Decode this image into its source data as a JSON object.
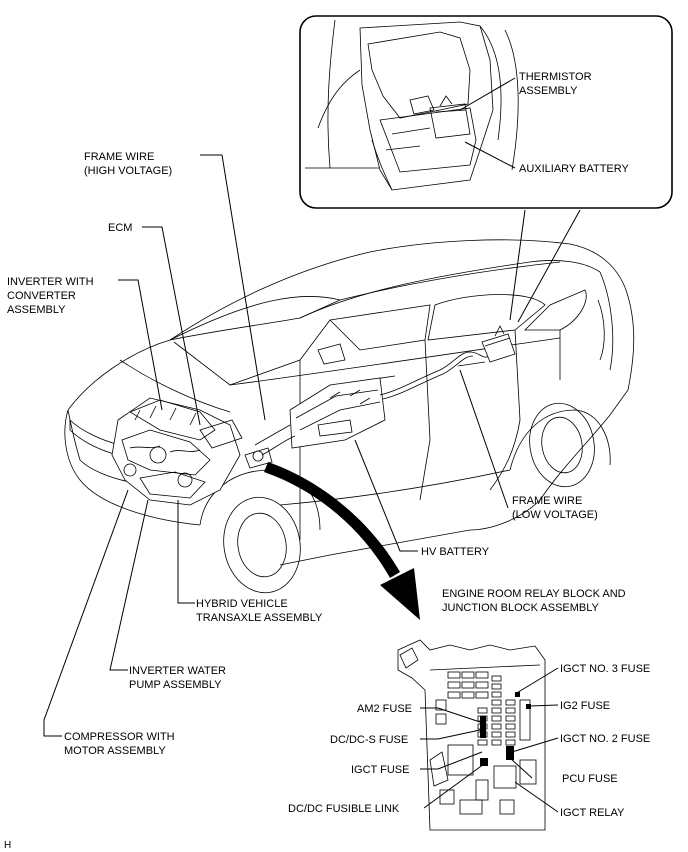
{
  "labels": {
    "thermistor_assembly": [
      "THERMISTOR",
      "ASSEMBLY"
    ],
    "auxiliary_battery": "AUXILIARY BATTERY",
    "frame_wire_high": [
      "FRAME WIRE",
      "(HIGH VOLTAGE)"
    ],
    "ecm": "ECM",
    "inverter_converter": [
      "INVERTER WITH",
      "CONVERTER",
      "ASSEMBLY"
    ],
    "frame_wire_low": [
      "FRAME WIRE",
      "(LOW VOLTAGE)"
    ],
    "hv_battery": "HV BATTERY",
    "hybrid_transaxle": [
      "HYBRID VEHICLE",
      "TRANSAXLE ASSEMBLY"
    ],
    "inverter_water_pump": [
      "INVERTER WATER",
      "PUMP ASSEMBLY"
    ],
    "compressor_motor": [
      "COMPRESSOR WITH",
      "MOTOR ASSEMBLY"
    ],
    "relay_block_title": [
      "ENGINE ROOM RELAY BLOCK AND",
      "JUNCTION BLOCK ASSEMBLY"
    ],
    "igct_no3_fuse": "IGCT NO. 3 FUSE",
    "ig2_fuse": "IG2 FUSE",
    "am2_fuse": "AM2 FUSE",
    "dcdc_s_fuse": "DC/DC-S FUSE",
    "igct_no2_fuse": "IGCT NO. 2 FUSE",
    "igct_fuse": "IGCT FUSE",
    "pcu_fuse": "PCU FUSE",
    "dcdc_fusible_link": "DC/DC FUSIBLE LINK",
    "igct_relay": "IGCT RELAY",
    "corner_mark": "H"
  }
}
